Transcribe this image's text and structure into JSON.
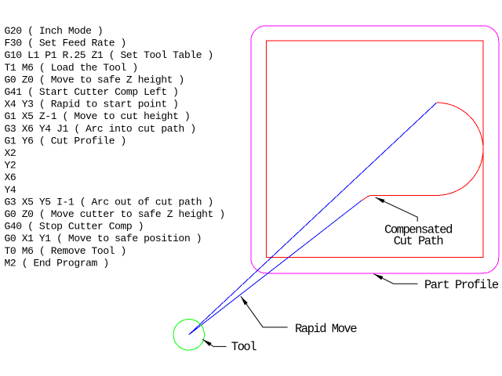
{
  "gcode": {
    "lines": [
      "G20 ( Inch Mode )",
      "F30 ( Set Feed Rate )",
      "G10 L1 P1 R.25 Z1 ( Set Tool Table )",
      "T1 M6 ( Load the Tool )",
      "G0 Z0 ( Move to safe Z height )",
      "G41 ( Start Cutter Comp Left )",
      "X4 Y3 ( Rapid to start point )",
      "G1 X5 Z-1 ( Move to cut height )",
      "G3 X6 Y4 J1 ( Arc into cut path )",
      "G1 Y6 ( Cut Profile )",
      "X2",
      "Y2",
      "X6",
      "Y4",
      "G3 X5 Y5 I-1 ( Arc out of cut path )",
      "G0 Z0 ( Move cutter to safe Z height )",
      "G40 ( Stop Cutter Comp )",
      "G0 X1 Y1 ( Move to safe position )",
      "T0 M6 ( Remove Tool )",
      "M2 ( End Program )"
    ]
  },
  "labels": {
    "compensated_line1": "Compensated",
    "compensated_line2": "Cut Path",
    "part_profile": "Part Profile",
    "rapid_move": "Rapid Move",
    "tool": "Tool"
  },
  "colors": {
    "background": "#ffffff",
    "part_profile": "#ff00ff",
    "compensated_path": "#ff0000",
    "rapid_move": "#0000ff",
    "tool": "#00ff00",
    "text": "#000000"
  }
}
